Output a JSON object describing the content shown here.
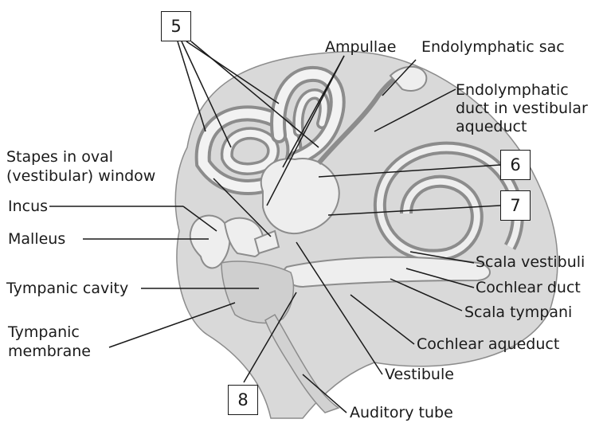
{
  "labels": {
    "ampullae": "Ampullae",
    "endolymphatic_sac": "Endolymphatic sac",
    "endolymphatic_duct": [
      "Endolymphatic",
      "duct in vestibular",
      "aqueduct"
    ],
    "stapes": [
      "Stapes in oval",
      "(vestibular) window"
    ],
    "incus": "Incus",
    "malleus": "Malleus",
    "tympanic_cavity": "Tympanic cavity",
    "tympanic_membrane": [
      "Tympanic",
      "membrane"
    ],
    "scala_vestibuli": "Scala vestibuli",
    "cochlear_duct": "Cochlear duct",
    "scala_tympani": "Scala tympani",
    "cochlear_aqueduct": "Cochlear aqueduct",
    "vestibule": "Vestibule",
    "auditory_tube": "Auditory tube"
  },
  "numbered_boxes": [
    "5",
    "6",
    "7",
    "8"
  ],
  "colors": {
    "tissue": "#d9d9d9",
    "fluid": "#eeeeee",
    "outline": "#8c8c8c",
    "leader": "#1a1a1a"
  }
}
